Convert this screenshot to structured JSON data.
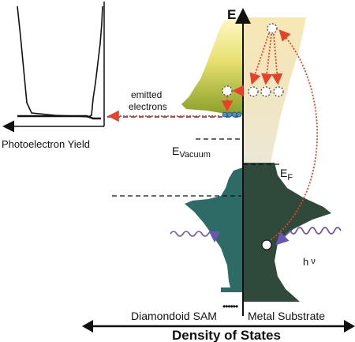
{
  "axes": {
    "energy_label": "E",
    "dos_label": "Density of States"
  },
  "labels": {
    "photoelectron_yield": "Photoelectron Yield",
    "emitted_line1": "emitted",
    "emitted_line2": "electrons",
    "e_vacuum_main": "E",
    "e_vacuum_sub": "Vacuum",
    "e_fermi_main": "E",
    "e_fermi_sub": "F",
    "h": "h",
    "nu": "ν",
    "diamondoid_sam": "Diamondoid SAM",
    "metal_substrate": "Metal Substrate",
    "dots": "••••••"
  },
  "colors": {
    "sam_states": "#2e6b66",
    "metal_filled": "#2f4a3a",
    "metal_empty": "#f3e6b8",
    "sam_upper": "#d9d04a",
    "arrows": "#e8402a",
    "photon": "#6a55b5",
    "electron_dot": "#4b90c8"
  }
}
